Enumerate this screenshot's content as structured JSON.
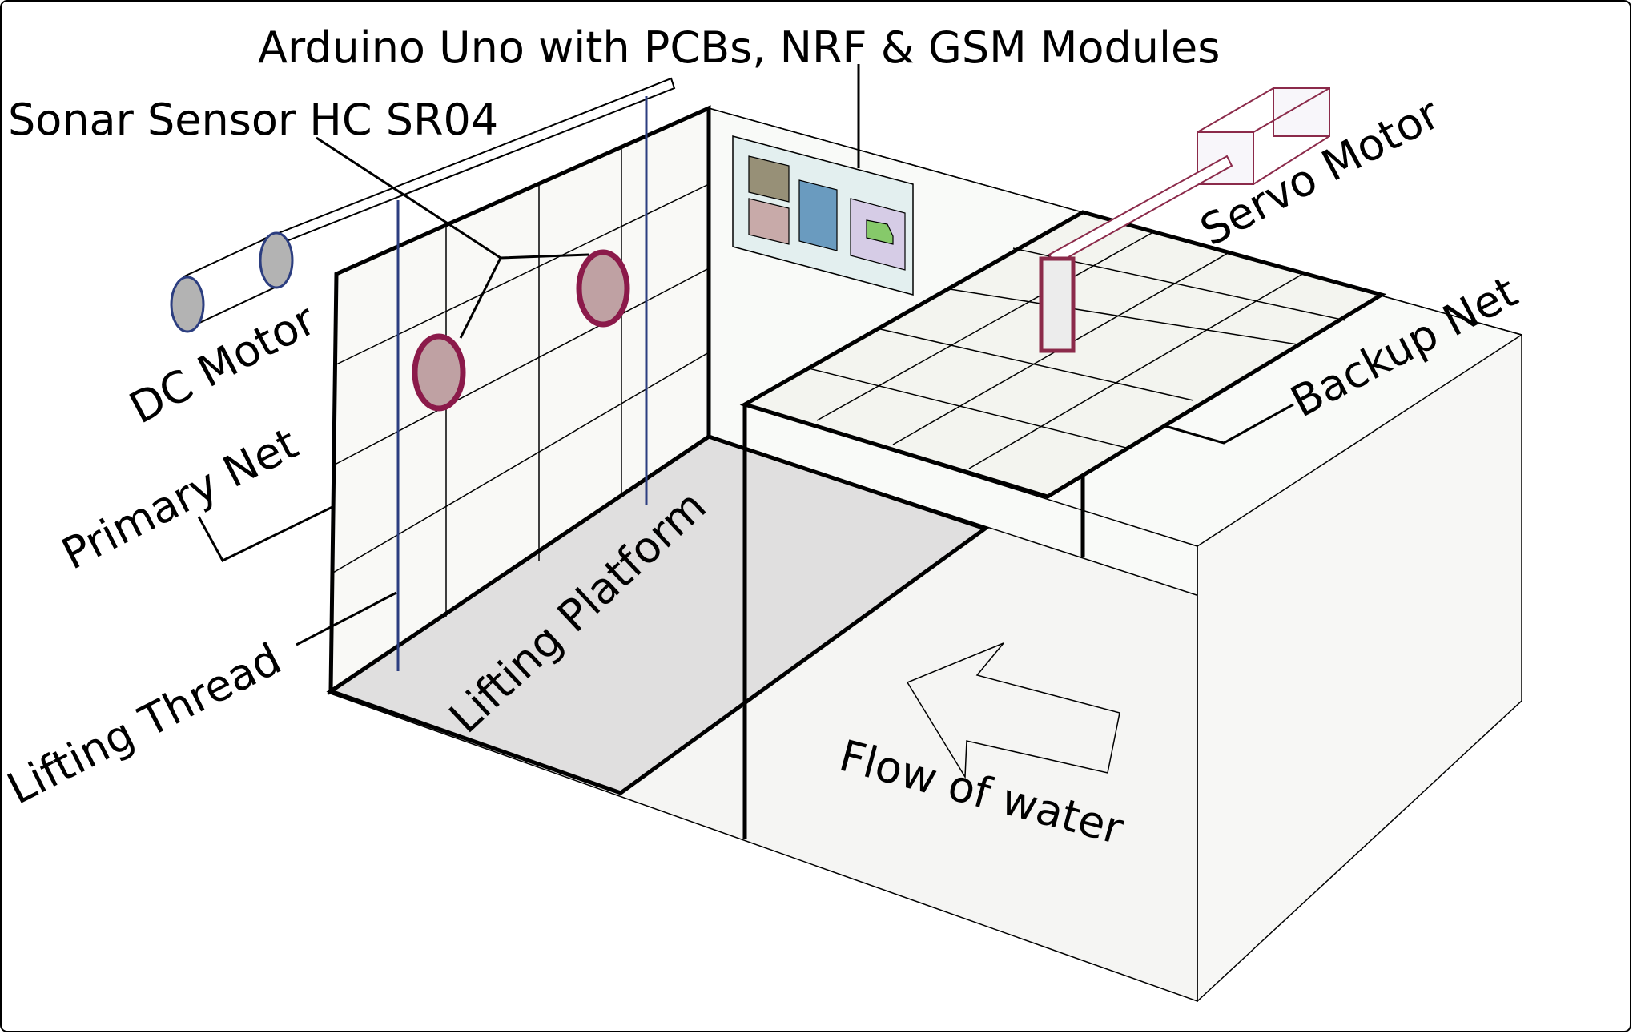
{
  "labels": {
    "arduino": "Arduino Uno with PCBs, NRF & GSM Modules",
    "sonar": "Sonar Sensor HC SR04",
    "dc_motor": "DC Motor",
    "primary_net": "Primary Net",
    "lifting_thread": "Lifting Thread",
    "lifting_platform": "Lifting Platform",
    "servo_motor": "Servo Motor",
    "backup_net": "Backup Net",
    "flow_of_water": "Flow of water"
  },
  "colors": {
    "frame": "#000000",
    "thread": "#2c3e80",
    "sensor": "#8b1a4a",
    "sensor_fill": "#bfa1a3",
    "motor_fill": "#b3b3b3",
    "servo": "#8b2a4a",
    "board_bg": "#e3efef",
    "pcb_1": "#979077",
    "pcb_2": "#c8aaa9",
    "pcb_3": "#6a9bbf",
    "pcb_4": "#d6cce6",
    "pcb_chip": "#86c96a",
    "platform": "#e0dfdf",
    "wall": "#f9f9f6",
    "floor": "#f5f5f3"
  }
}
